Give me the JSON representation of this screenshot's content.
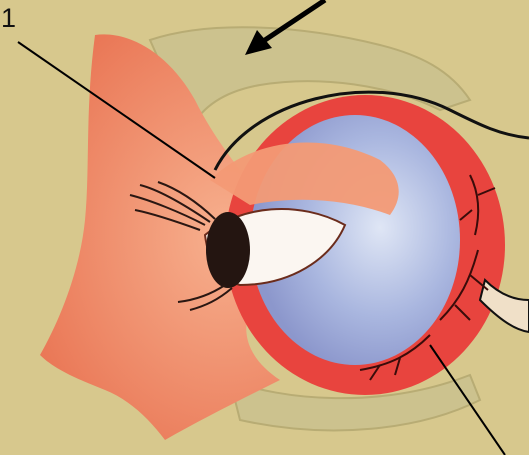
{
  "labels": {
    "one": "1"
  },
  "colors": {
    "background": "#d7c88d",
    "skin": "#ef8a64",
    "sclera_red": "#e8443e",
    "eyeball_blue": "#a7b4de",
    "bone": "#ccc28e",
    "pointer_line": "#000000"
  },
  "parts": [
    "eyebrow-bone",
    "eyelashes",
    "iris-pupil",
    "eyeball",
    "optic-nerve",
    "blood-vessels"
  ]
}
